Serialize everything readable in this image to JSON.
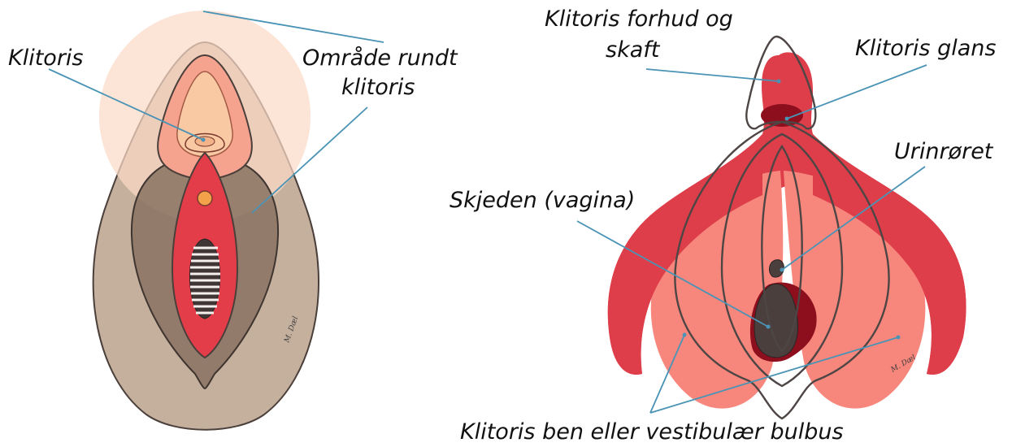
{
  "colors": {
    "outer_labia": "#c5b09e",
    "inner_region": "#8a7261",
    "clitoral_hood": "#f5a38f",
    "inner_red": "#e43d4a",
    "pale": "#f9c9a3",
    "highlight_circle": "#fbd9c6",
    "crura": "#dd3e4a",
    "bulbs": "#f7877c",
    "glans": "#8d0f1e",
    "vagina": "#4b3f3e",
    "pointer_line": "#4a93b5",
    "outline": "#4e4545"
  },
  "left_figure": {
    "labels": {
      "clitoris": "Klitoris",
      "area_line1": "Område rundt",
      "area_line2": "klitoris"
    },
    "signature": "M. Dæl"
  },
  "right_figure": {
    "labels": {
      "hood_line1": "Klitoris forhud og",
      "hood_line2": "skaft",
      "glans": "Klitoris glans",
      "urethra": "Urinrøret",
      "vagina": "Skjeden (vagina)",
      "bulbs": "Klitoris ben eller vestibulær bulbus"
    },
    "signature": "M. Dæl"
  }
}
